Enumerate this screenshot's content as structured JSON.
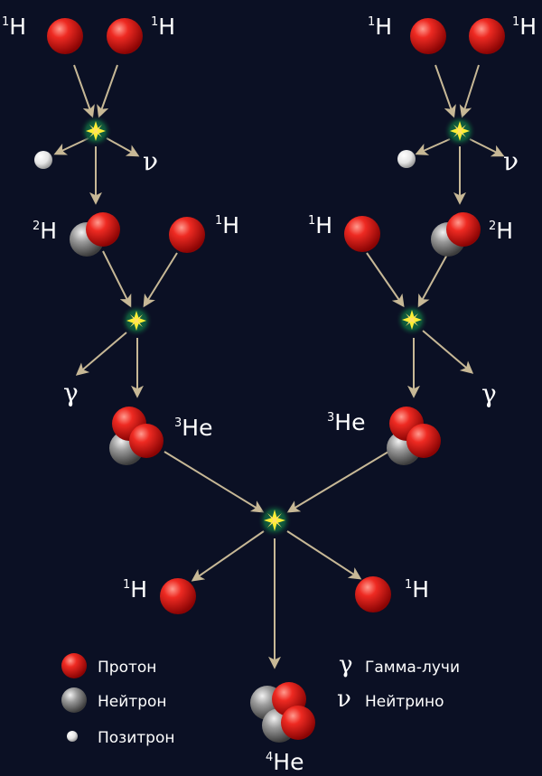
{
  "labels": {
    "h1": "H",
    "h2": "H",
    "he3": "He",
    "he4": "He",
    "gamma": "γ",
    "nu": "ν",
    "mass1": "1",
    "mass2": "2",
    "mass3": "3",
    "mass4": "4"
  },
  "legend": {
    "proton": "Протон",
    "neutron": "Нейтрон",
    "positron": "Позитрон",
    "gamma_symbol": "γ",
    "gamma": "Гамма-лучи",
    "nu_symbol": "ν",
    "neutrino": "Нейтрино"
  },
  "colors": {
    "background": "#0b1024",
    "proton": "#e01818",
    "neutron": "#8c8c8c",
    "positron": "#f2f2f2",
    "arrow": "#c7b896",
    "reaction_glow": "#0f5e3c",
    "reaction_star": "#ffee33"
  }
}
